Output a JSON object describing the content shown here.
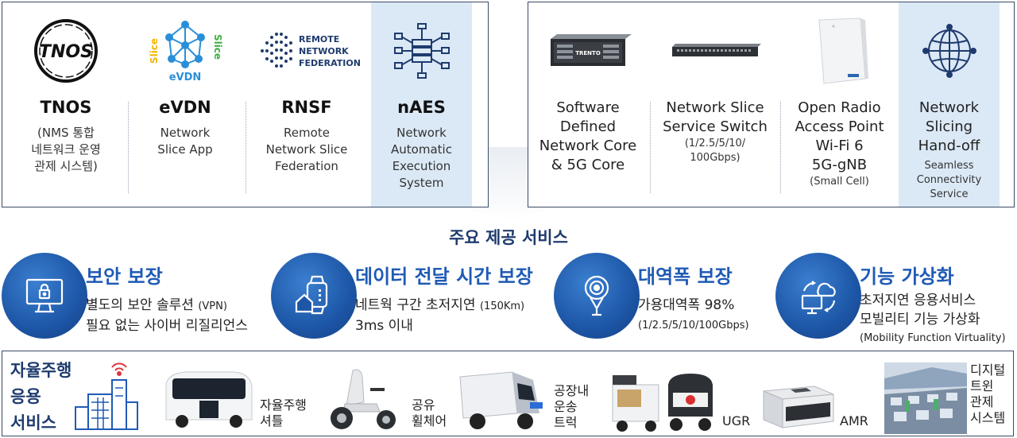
{
  "top_left": {
    "items": [
      {
        "name": "TNOS",
        "desc": [
          "(NMS 통합",
          "네트워크 운영",
          "관제 시스템)"
        ]
      },
      {
        "name": "eVDN",
        "desc": [
          "Network",
          "Slice App"
        ],
        "logo_text": "eVDN",
        "logo_slice": "Slice"
      },
      {
        "name": "RNSF",
        "desc": [
          "Remote",
          "Network Slice",
          "Federation"
        ],
        "logo_lines": [
          "REMOTE",
          "NETWORK",
          "FEDERATION"
        ]
      },
      {
        "name": "nAES",
        "desc": [
          "Network",
          "Automatic",
          "Execution",
          "System"
        ]
      }
    ],
    "tnos_logo_text": "TNOS"
  },
  "top_right": {
    "items": [
      {
        "title": [
          "Software",
          "Defined",
          "Network Core",
          "& 5G Core"
        ],
        "sub": [],
        "device_label": "TRENTO"
      },
      {
        "title": [
          "Network Slice",
          "Service Switch"
        ],
        "sub": [
          "(1/2.5/5/10/",
          "100Gbps)"
        ]
      },
      {
        "title": [
          "Open Radio",
          "Access Point",
          "Wi-Fi 6",
          "5G-gNB"
        ],
        "sub": [
          "(Small Cell)"
        ]
      },
      {
        "title": [
          "Network",
          "Slicing",
          "Hand-off"
        ],
        "sub": [
          "Seamless",
          "Connectivity",
          "Service"
        ]
      }
    ]
  },
  "services": {
    "title": "주요 제공 서비스",
    "items": [
      {
        "title": "보안 보장",
        "lines": [
          [
            "별도의 보안 솔루션 ",
            "(VPN)"
          ],
          [
            "필요 없는 사이버 리질리언스",
            ""
          ]
        ],
        "icon": "monitor-lock-icon"
      },
      {
        "title": "데이터 전달 시간 보장",
        "lines": [
          [
            "네트웍 구간 초저지연 ",
            "(150Km)"
          ],
          [
            "3ms 이내",
            ""
          ]
        ],
        "icon": "smartwatch-home-icon"
      },
      {
        "title": "대역폭 보장",
        "lines": [
          [
            "가용대역폭 98%",
            ""
          ],
          [
            "",
            "(1/2.5/5/10/100Gbps)"
          ]
        ],
        "icon": "broadcast-antenna-icon"
      },
      {
        "title": "기능 가상화",
        "lines": [
          [
            "초저지연 응용서비스",
            ""
          ],
          [
            "모빌리티 기능 가상화",
            ""
          ],
          [
            "",
            "(Mobility Function Virtuality)"
          ]
        ],
        "icon": "cloud-monitor-icon"
      }
    ]
  },
  "applications": {
    "title": [
      "자율주행",
      "응용",
      "서비스"
    ],
    "items": [
      {
        "label": [
          "자율주행",
          "셔틀"
        ],
        "icon": "shuttle-bus-icon"
      },
      {
        "label": [
          "공유",
          "휠체어"
        ],
        "icon": "wheelchair-icon"
      },
      {
        "label": [
          "공장내",
          "운송",
          "트럭"
        ],
        "icon": "factory-truck-icon"
      },
      {
        "label": [
          "UGR"
        ],
        "icon": "ugr-robot-icon"
      },
      {
        "label": [
          "AMR"
        ],
        "icon": "amr-robot-icon"
      },
      {
        "label": [
          "디지털",
          "트윈",
          "관제",
          "시스템"
        ],
        "icon": "digital-twin-icon"
      }
    ]
  },
  "colors": {
    "accent": "#1f5bb5",
    "navy": "#1f3b6e",
    "highlight": "#dbe9f6",
    "border": "#3a4a66"
  }
}
